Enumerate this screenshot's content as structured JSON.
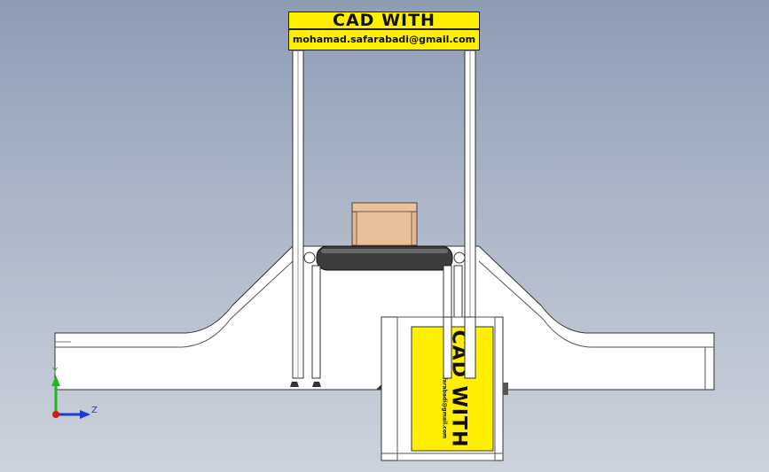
{
  "banner": {
    "title": "CAD WITH",
    "email": "mohamad.safarabadi@gmail.com"
  },
  "side_banner": {
    "title": "CAD WITH",
    "email": "mohamad.safarabadi@gmail.com"
  },
  "triad": {
    "y_label": "Y",
    "z_label": "Z"
  },
  "colors": {
    "sign_yellow": "#ffef00",
    "box_tan": "#e3b690",
    "roller_dark": "#3d3d3d",
    "frame_white": "#ffffff",
    "axis_green": "#1fb81f",
    "axis_blue": "#1c3ccf",
    "origin_red": "#d11a1a"
  }
}
